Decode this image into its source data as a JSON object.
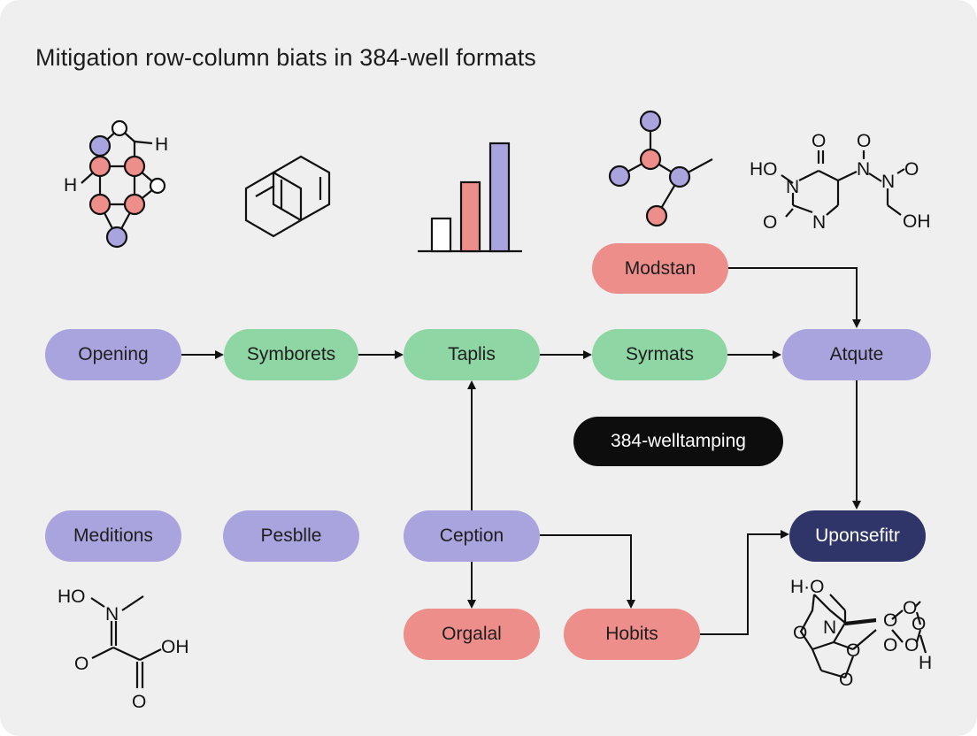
{
  "title": "Mitigation row-column biats in 384-well formats",
  "nodes": {
    "opening": "Opening",
    "symborets": "Symborets",
    "taplis": "Taplis",
    "syrmats": "Syrmats",
    "atqute": "Atqute",
    "modstan": "Modstan",
    "well_tamping": "384-welltamping",
    "meditions": "Meditions",
    "pesblle": "Pesblle",
    "ception": "Ception",
    "uponsefitr": "Uponsefitr",
    "orgalal": "Orgalal",
    "hobits": "Hobits"
  },
  "atoms": {
    "h": "H",
    "ho": "HO",
    "oh": "OH",
    "o": "O",
    "n": "N",
    "h_dot": "H·O"
  },
  "colors": {
    "purple": "#a9a3de",
    "green": "#8ed6a3",
    "salmon": "#ee8e8a",
    "navy": "#2f3469",
    "black": "#0d0d0d",
    "background": "#efefef"
  }
}
